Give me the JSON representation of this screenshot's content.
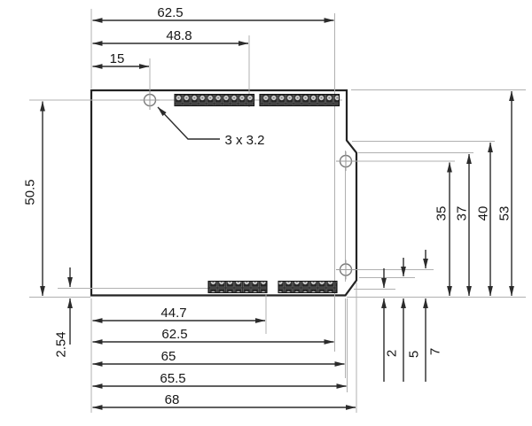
{
  "drawing": {
    "hole_callout": "3 x 3.2",
    "dims": {
      "top": [
        "62.5",
        "48.8",
        "15"
      ],
      "bottom": [
        "44.7",
        "62.5",
        "65",
        "65.5",
        "68"
      ],
      "left_height": "50.5",
      "left_pitch": "2.54",
      "right": [
        "35",
        "37",
        "40",
        "53"
      ],
      "right_small": [
        "2",
        "5",
        "7"
      ]
    },
    "features": {
      "hole_count": 3,
      "header_blocks": 4
    },
    "colors": {
      "dimension_line": "#2b2b2b",
      "extension_line": "#b0b0b0",
      "header_body": "#2f2f2f",
      "background": "#ffffff"
    }
  }
}
